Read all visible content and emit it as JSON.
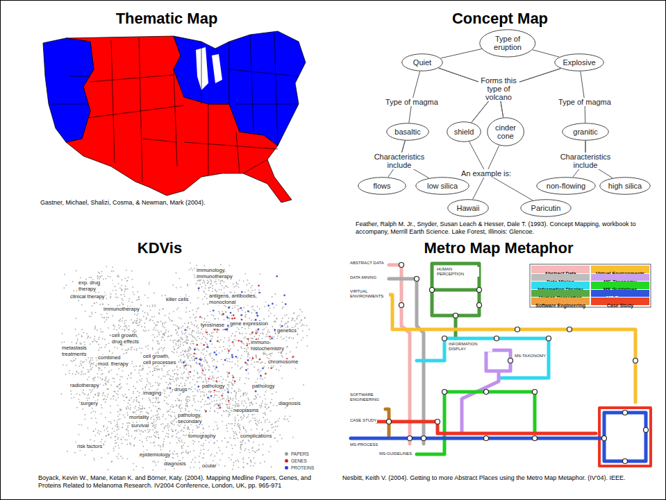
{
  "diagram": {
    "nodes": [
      {
        "text": [
          "Type of eruption"
        ]
      },
      {
        "text": [
          "Quiet"
        ]
      },
      {
        "text": [
          "Explosive"
        ]
      },
      {
        "text": [
          "basaltic"
        ]
      },
      {
        "text": [
          "shield"
        ]
      },
      {
        "text": [
          "cinder cone"
        ]
      },
      {
        "text": [
          "granitic"
        ]
      },
      {
        "text": [
          "flows"
        ]
      },
      {
        "text": [
          "low silica"
        ]
      },
      {
        "text": [
          "non-flowing"
        ]
      },
      {
        "text": [
          "high silica"
        ]
      },
      {
        "text": [
          "Hawaii"
        ]
      },
      {
        "text": [
          "Paricutin"
        ]
      }
    ],
    "edges": [
      {
        "from": 0,
        "to": 1,
        "arrow": "none"
      },
      {
        "from": 0,
        "to": 2,
        "arrow": "none"
      },
      {
        "from": 1,
        "to": 3,
        "arrow": "none",
        "label": "Type of magma"
      },
      {
        "from": 2,
        "to": 6,
        "arrow": "none",
        "label": "Type of magma"
      },
      {
        "from": 1,
        "to": 4,
        "arrow": "none",
        "label": "Forms this type of volcano"
      },
      {
        "from": 1,
        "to": 5,
        "arrow": "none"
      },
      {
        "from": 2,
        "to": 4,
        "arrow": "none"
      },
      {
        "from": 2,
        "to": 5,
        "arrow": "none"
      },
      {
        "from": 3,
        "to": 7,
        "arrow": "none",
        "label": "Characteristics include"
      },
      {
        "from": 3,
        "to": 8,
        "arrow": "none"
      },
      {
        "from": 6,
        "to": 9,
        "arrow": "none",
        "label": "Characteristics include"
      },
      {
        "from": 6,
        "to": 10,
        "arrow": "none"
      },
      {
        "from": 4,
        "to": 11,
        "arrow": "none",
        "label": "An example is:"
      },
      {
        "from": 5,
        "to": 12,
        "arrow": "none"
      }
    ],
    "labels": [
      "Thematic Map",
      "Concept Map",
      "KDVis",
      "Metro Map Metaphor",
      "Gastner, Michael, Shalizi, Cosma, & Newman, Mark (2004).",
      "Feather, Ralph M. Jr., Snyder, Susan Leach & Hesser, Dale T. (1993). Concept Mapping, workbook to accompany, Merrill Earth Science. Lake Forest, Illinois: Glencoe.",
      "Boyack, Kevin W., Mane, Ketan K. and Börner, Katy. (2004). Mapping Medline Papers, Genes, and Proteins Related to Melanoma Research. IV2004 Conference, London, UK, pp. 965-971",
      "Nesbitt, Keith V. (2004). Getting to more Abstract Places using the Metro Map Metaphor. (IV'04). IEEE.",
      "immunology, immunotherapy",
      "exp. drug therapy",
      "clinical therapy",
      "immunotherapy",
      "antigens, antibodies, monoclonal",
      "killer cells",
      "gene expression",
      "genetics",
      "tyrosinase",
      "cell growth, drug effects",
      "metastasis treatments",
      "combined mod. therapy",
      "cell growth, cell processes",
      "immuno-histochemistry",
      "chromosome",
      "radiotherapy",
      "surgery",
      "imaging",
      "drugs",
      "pathology",
      "pathology",
      "diagnosis",
      "neoplasms",
      "mortality",
      "survival",
      "pathology, secondary",
      "tomography",
      "complications",
      "risk factors",
      "epidemiology",
      "diagnosis",
      "ocular",
      "ABSTRACT DATA",
      "DATA MINING",
      "HUMAN PERCEPTION",
      "VIRTUAL ENVIRONMENTS",
      "INFORMATION DISPLAY",
      "SOFTWARE ENGINEERING",
      "CASE STUDY",
      "MS-TAXONOMY",
      "MS-PROCESS",
      "MS-GUIDELINES"
    ],
    "legend": [
      {
        "text": "Abstract Data",
        "color": "#f6b8b8"
      },
      {
        "text": "Virtual Environments",
        "color": "#f8c030"
      },
      {
        "text": "Data Mining",
        "color": "#bdbdbd"
      },
      {
        "text": "MS-Taxonomy",
        "color": "#c8a0ee"
      },
      {
        "text": "Information Display",
        "color": "#30dcf0"
      },
      {
        "text": "MS-Guidelines",
        "color": "#22d822"
      },
      {
        "text": "Human-Perception",
        "color": "#5aa844"
      },
      {
        "text": "MS-Process",
        "color": "#2f55dd"
      },
      {
        "text": "Software Engineering",
        "color": "#f0a040"
      },
      {
        "text": "Case Study",
        "color": "#ee4422"
      },
      {
        "text": "PAPERS",
        "color": "#9a9a9a"
      },
      {
        "text": "GENES",
        "color": "#d62020"
      },
      {
        "text": "PROTEINS",
        "color": "#2a3fd0"
      }
    ]
  }
}
